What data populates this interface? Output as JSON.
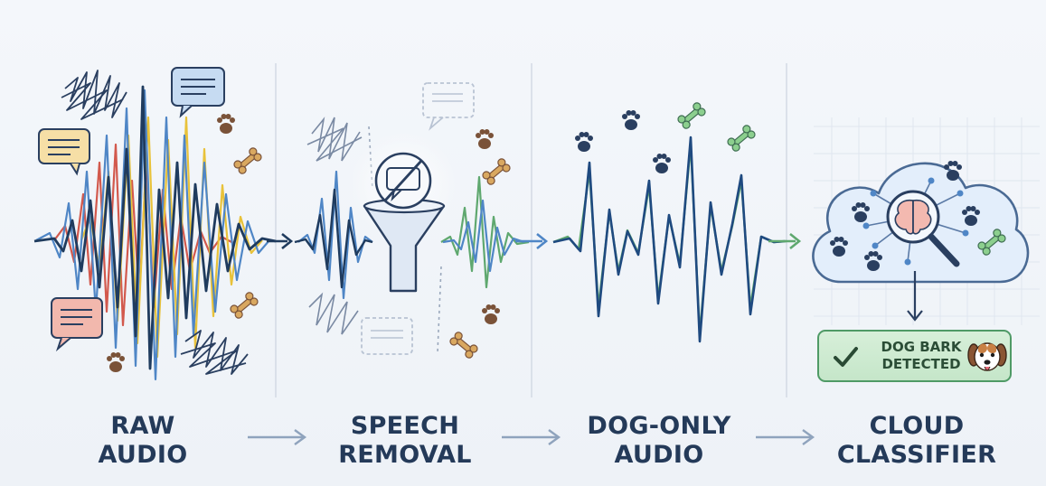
{
  "stages": [
    {
      "line1": "RAW",
      "line2": "AUDIO"
    },
    {
      "line1": "SPEECH",
      "line2": "REMOVAL"
    },
    {
      "line1": "DOG-ONLY",
      "line2": "AUDIO"
    },
    {
      "line1": "CLOUD",
      "line2": "CLASSIFIER"
    }
  ],
  "result_badge": {
    "line1": "DOG BARK",
    "line2": "DETECTED"
  },
  "colors": {
    "label": "#243a59",
    "wave_dark": "#1f3b5e",
    "wave_blue": "#4f86c6",
    "wave_red": "#d2594d",
    "wave_yellow": "#e8c23a",
    "wave_green": "#5fa86f",
    "paw": "#7a5238",
    "bone": "#d9a860",
    "cloud_fill": "#e3eefb",
    "cloud_stroke": "#4a6a94",
    "badge_green": "#4f9a66"
  },
  "icons": [
    "speech-bubble-icon",
    "paw-print-icon",
    "bone-icon",
    "scribble-noise-icon",
    "filter-funnel-icon",
    "no-speech-icon",
    "cloud-icon",
    "brain-magnifier-icon",
    "checkmark-icon",
    "dog-face-icon",
    "arrow-right-icon"
  ]
}
